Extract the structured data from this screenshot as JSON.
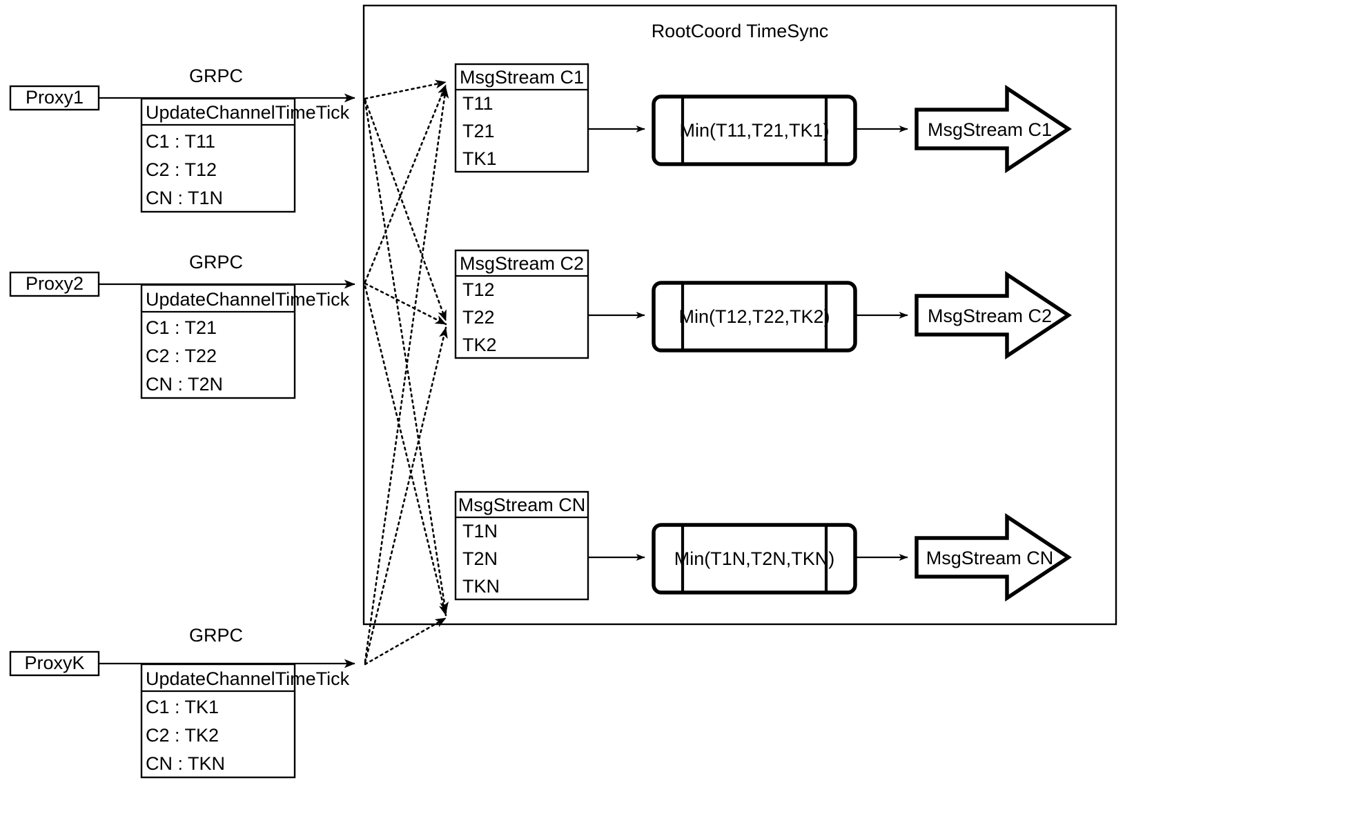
{
  "diagram": {
    "title": "RootCoord TimeSync",
    "grpc_label": "GRPC",
    "proxies": [
      {
        "name": "Proxy1",
        "rpc_title": "UpdateChannelTimeTick",
        "rows": [
          "C1 :  T11",
          "C2 :  T12",
          "CN : T1N"
        ]
      },
      {
        "name": "Proxy2",
        "rpc_title": "UpdateChannelTimeTick",
        "rows": [
          "C1 :  T21",
          "C2 :  T22",
          "CN : T2N"
        ]
      },
      {
        "name": "ProxyK",
        "rpc_title": "UpdateChannelTimeTick",
        "rows": [
          "C1 :  TK1",
          "C2 :  TK2",
          "CN : TKN"
        ]
      }
    ],
    "channels": [
      {
        "stream_title": "MsgStream C1",
        "ticks": [
          "T11",
          "T21",
          "TK1"
        ],
        "min_label": "Min(T11,T21,TK1)",
        "output_label": "MsgStream C1"
      },
      {
        "stream_title": "MsgStream C2",
        "ticks": [
          "T12",
          "T22",
          "TK2"
        ],
        "min_label": "Min(T12,T22,TK2)",
        "output_label": "MsgStream C2"
      },
      {
        "stream_title": "MsgStream CN",
        "ticks": [
          "T1N",
          "T2N",
          "TKN"
        ],
        "min_label": "Min(T1N,T2N,TKN)",
        "output_label": "MsgStream CN"
      }
    ],
    "colors": {
      "stroke": "#000000",
      "background": "#ffffff"
    }
  }
}
